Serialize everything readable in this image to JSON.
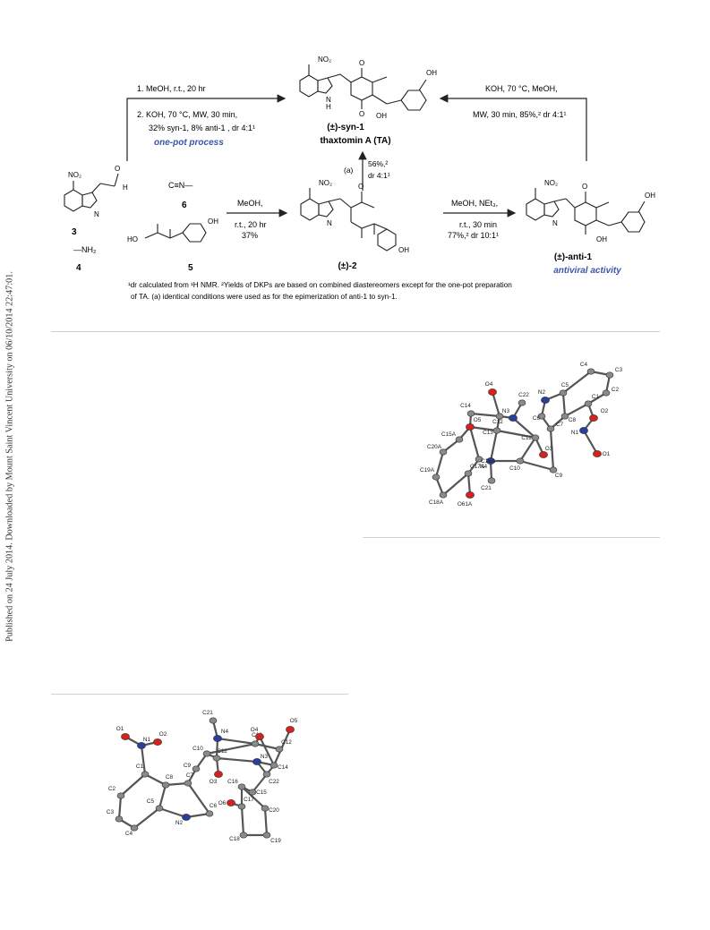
{
  "sidebar_note": "Published on 24 July 2014. Downloaded by Mount Saint Vincent University on 06/10/2014 22:47:01.",
  "scheme": {
    "top_left_step1": "1. MeOH, r.t., 20 hr",
    "top_left_step2": "2. KOH, 70 °C, MW, 30 min,",
    "top_left_yield": "32% syn-1, 8% anti-1 , dr 4:1¹",
    "one_pot": "one-pot process",
    "top_right_cond1": "KOH, 70 °C, MeOH,",
    "top_right_cond2": "MW, 30 min, 85%,² dr 4:1¹",
    "mid_cond1": "MeOH,",
    "mid_cond2": "r.t., 20 hr",
    "mid_cond3": "37%",
    "right_cond1": "MeOH, NEt₃,",
    "right_cond2": "r.t., 30 min",
    "right_cond3": "77%,² dr 10:1¹",
    "vert_label": "(a)",
    "vert_yield": "56%,²",
    "vert_dr": "dr 4:1¹",
    "syn_label": "(±)-syn-1",
    "ta_label": "thaxtomin A (TA)",
    "int_label": "(±)-2",
    "anti_label": "(±)-anti-1",
    "antiviral": "antiviral activity",
    "cmpd3": "3",
    "cmpd4": "4",
    "cmpd5": "5",
    "cmpd6": "6",
    "methylamine": "—NH₂",
    "isocyanide": "C≡N—",
    "footnote1": "¹dr calculated from ¹H NMR. ²Yields of DKPs are based on combined diastereomers except for the one-pot preparation",
    "footnote2": "of TA. (a) identical conditions were used as for the epimerization of anti-1 to syn-1.",
    "atoms": {
      "no2": "NO₂",
      "nh": "N",
      "h": "H",
      "o": "O",
      "oh": "OH",
      "n": "N",
      "hn": "H",
      "ho": "HO",
      "o2": "O",
      "ohbar": "OH"
    }
  },
  "colors": {
    "accent_blue": "#3a55a8",
    "oxygen_red": "#d6221c",
    "nitrogen_blue": "#2a3f9c",
    "carbon_gray": "#8a8a8a",
    "rule": "#d9cfc0"
  },
  "crystal1": {
    "labels": [
      "C4",
      "C3",
      "C2",
      "C5",
      "N2",
      "C1",
      "O4",
      "C22",
      "C6",
      "C8",
      "O2",
      "C14",
      "N3",
      "C12",
      "N1",
      "O5",
      "C13",
      "C7",
      "C11",
      "O3",
      "C15A",
      "O1",
      "N4",
      "C10",
      "C9",
      "C16A",
      "C20A",
      "C17A",
      "C19A",
      "C21",
      "O61A",
      "C18A"
    ]
  },
  "crystal2": {
    "labels": [
      "C21",
      "N4",
      "C13",
      "O4",
      "O5",
      "O1",
      "N1",
      "O2",
      "C10",
      "C12",
      "C11",
      "N3",
      "C14",
      "C9",
      "O3",
      "C22",
      "C1",
      "C2",
      "C8",
      "C7",
      "C16",
      "C15",
      "C3",
      "C17",
      "C5",
      "O6",
      "C20",
      "C4",
      "N2",
      "C6",
      "C18",
      "C19"
    ]
  }
}
